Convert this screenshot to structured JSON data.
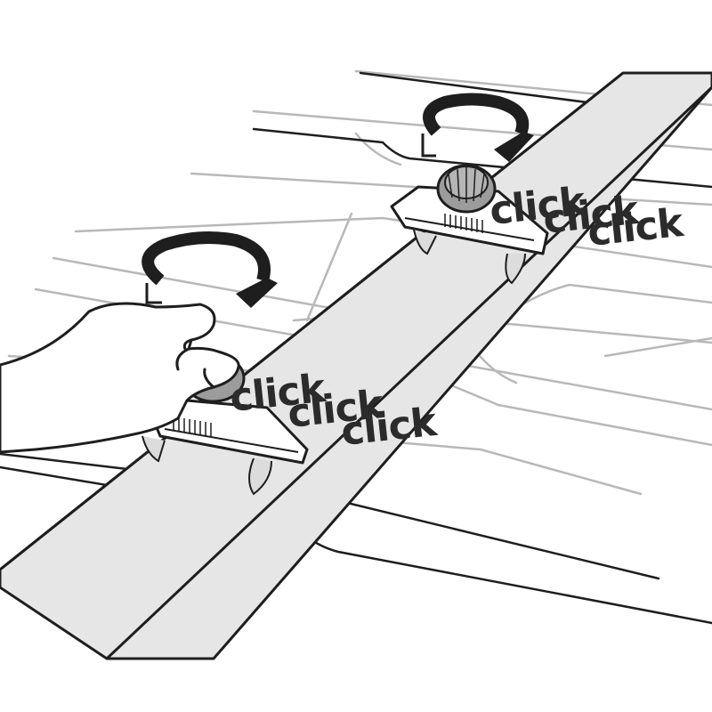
{
  "illustration": {
    "colors": {
      "ink": "#1e1e1e",
      "bar_fill": "#e6e6e6",
      "car_roof_line": "#b8b8b8",
      "knob_fill": "#9c9c9c",
      "background": "#ffffff"
    },
    "fittings": [
      {
        "id": "front-fitting",
        "clicks": [
          "click",
          "click",
          "click"
        ],
        "rotation": "clockwise-arrow"
      },
      {
        "id": "rear-fitting",
        "clicks": [
          "click",
          "click",
          "click"
        ],
        "rotation": "clockwise-arrow"
      }
    ]
  }
}
